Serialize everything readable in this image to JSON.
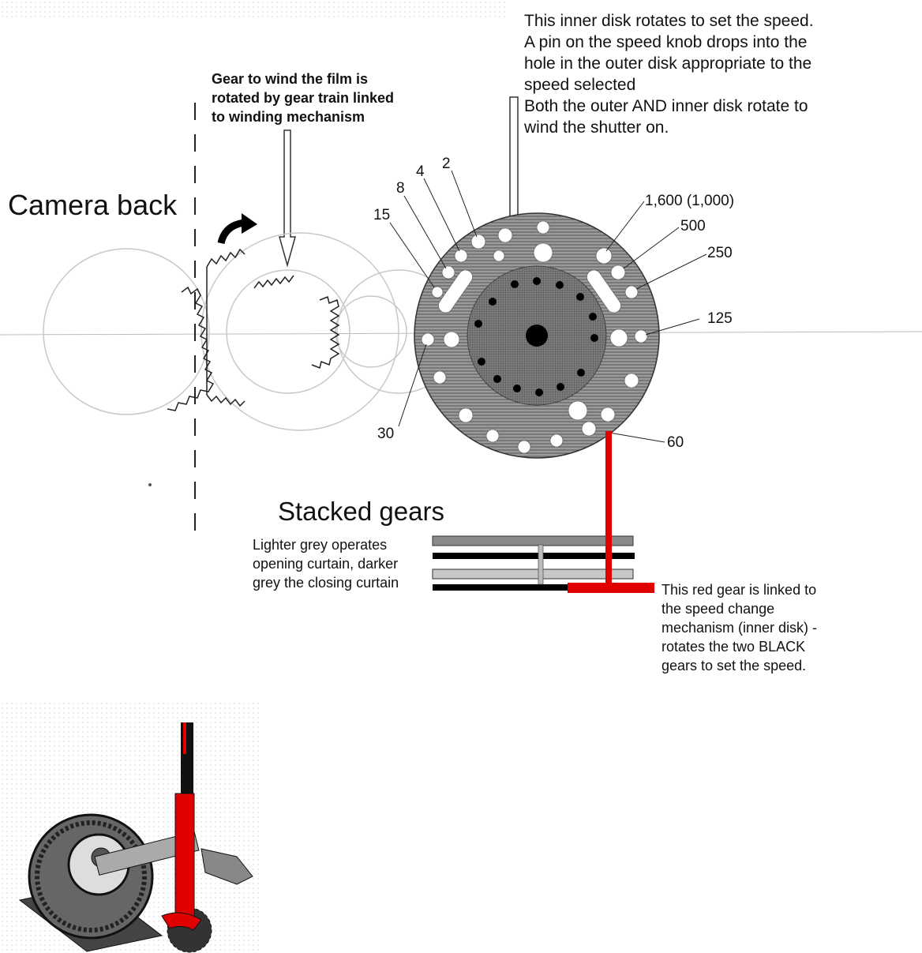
{
  "labels": {
    "camera_back": "Camera back",
    "stacked_gears": "Stacked gears",
    "inner_disk_note": [
      "This inner disk rotates to set the speed.",
      "A pin on the speed knob drops into the",
      "hole in the outer disk appropriate to the",
      "speed selected",
      "Both the outer AND inner disk rotate to",
      "wind the shutter on."
    ],
    "wind_gear_note": [
      "Gear to wind the film is",
      "rotated by gear train linked",
      "to winding mechanism"
    ],
    "curtain_note": [
      "Lighter grey operates",
      "opening curtain, darker",
      "grey the closing curtain"
    ],
    "red_gear_note": [
      "This red gear is linked to",
      "the speed change",
      "mechanism (inner disk) -",
      "rotates the two BLACK",
      "gears to set the speed."
    ]
  },
  "speed_labels": {
    "s2": "2",
    "s4": "4",
    "s8": "8",
    "s15": "15",
    "s30": "30",
    "s60": "60",
    "s125": "125",
    "s250": "250",
    "s500": "500",
    "s1600": "1,600 (1,000)"
  },
  "colors": {
    "outer_disk": "#8c8c8c",
    "inner_disk": "#6e6e6e",
    "light_grey_gear": "#c8c8c8",
    "dark_grey_gear": "#8a8a8a",
    "black_gear": "#000000",
    "red_gear": "#e00000"
  }
}
